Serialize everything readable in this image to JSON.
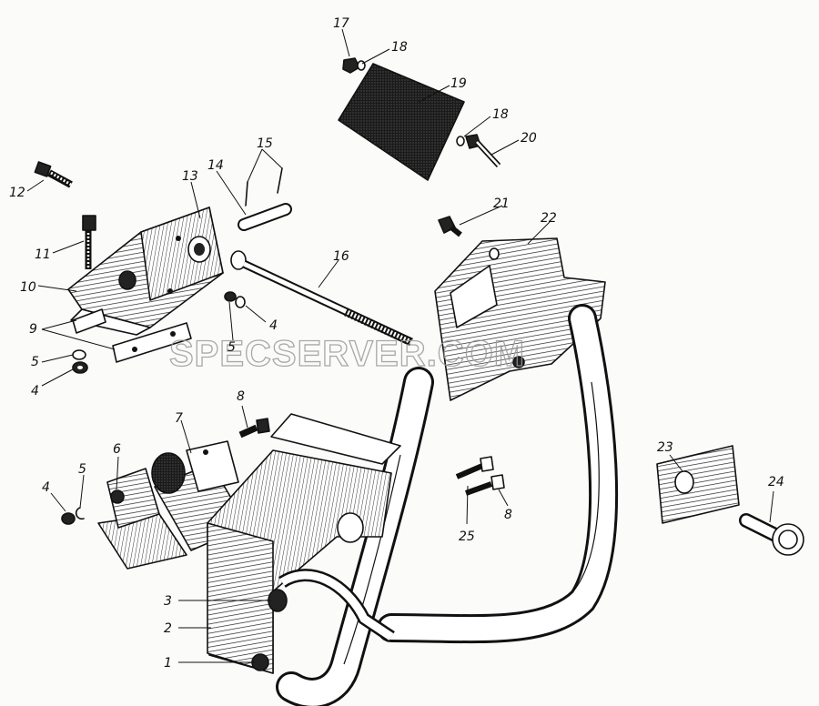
{
  "watermark": "SPECSERVER.COM",
  "callouts": [
    {
      "id": "1",
      "text": "1"
    },
    {
      "id": "2",
      "text": "2"
    },
    {
      "id": "3",
      "text": "3"
    },
    {
      "id": "4a",
      "text": "4"
    },
    {
      "id": "4b",
      "text": "4"
    },
    {
      "id": "4c",
      "text": "4"
    },
    {
      "id": "5a",
      "text": "5"
    },
    {
      "id": "5b",
      "text": "5"
    },
    {
      "id": "5c",
      "text": "5"
    },
    {
      "id": "6",
      "text": "6"
    },
    {
      "id": "7",
      "text": "7"
    },
    {
      "id": "8a",
      "text": "8"
    },
    {
      "id": "8b",
      "text": "8"
    },
    {
      "id": "9",
      "text": "9"
    },
    {
      "id": "10",
      "text": "10"
    },
    {
      "id": "11",
      "text": "11"
    },
    {
      "id": "12",
      "text": "12"
    },
    {
      "id": "13",
      "text": "13"
    },
    {
      "id": "14",
      "text": "14"
    },
    {
      "id": "15",
      "text": "15"
    },
    {
      "id": "16",
      "text": "16"
    },
    {
      "id": "17",
      "text": "17"
    },
    {
      "id": "18a",
      "text": "18"
    },
    {
      "id": "18b",
      "text": "18"
    },
    {
      "id": "19",
      "text": "19"
    },
    {
      "id": "20",
      "text": "20"
    },
    {
      "id": "21",
      "text": "21"
    },
    {
      "id": "22",
      "text": "22"
    },
    {
      "id": "23",
      "text": "23"
    },
    {
      "id": "24",
      "text": "24"
    },
    {
      "id": "25",
      "text": "25"
    }
  ]
}
